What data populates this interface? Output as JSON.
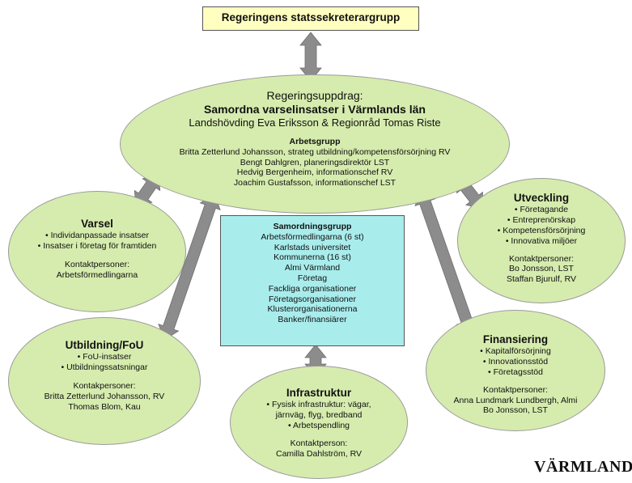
{
  "top_box": {
    "label": "Regeringens statssekreterargrupp"
  },
  "central": {
    "line1": "Regeringsuppdrag:",
    "title": "Samordna varselinsatser i Värmlands län",
    "subtitle": "Landshövding Eva Eriksson & Regionråd Tomas Riste",
    "work_group_heading": "Arbetsgrupp",
    "work_group": [
      "Britta Zetterlund Johansson, strateg utbildning/kompetensförsörjning RV",
      "Bengt Dahlgren, planeringsdirektör LST",
      "Hedvig Bergenheim, informationschef RV",
      "Joachim Gustafsson, informationschef LST"
    ]
  },
  "samordning": {
    "heading": "Samordningsgrupp",
    "items": [
      "Arbetsförmedlingarna (6 st)",
      "Karlstads universitet",
      "Kommunerna (16 st)",
      "Almi Värmland",
      "Företag",
      "Fackliga organisationer",
      "Företagsorganisationer",
      "Klusterorganisationerna",
      "Banker/finansiärer"
    ]
  },
  "varsel": {
    "title": "Varsel",
    "bullets": [
      "• Individanpassade insatser",
      "• Insatser i företag för framtiden"
    ],
    "contact_label": "Kontaktpersoner:",
    "contacts": [
      "Arbetsförmedlingarna"
    ]
  },
  "utveckling": {
    "title": "Utveckling",
    "bullets": [
      "• Företagande",
      "• Entreprenörskap",
      "• Kompetensförsörjning",
      "• Innovativa miljöer"
    ],
    "contact_label": "Kontaktpersoner:",
    "contacts": [
      "Bo Jonsson, LST",
      "Staffan Bjurulf, RV"
    ]
  },
  "utbildning": {
    "title": "Utbildning/FoU",
    "bullets": [
      "• FoU-insatser",
      "• Utbildningssatsningar"
    ],
    "contact_label": "Kontakpersoner:",
    "contacts": [
      "Britta Zetterlund Johansson, RV",
      "Thomas Blom, Kau"
    ]
  },
  "infrastruktur": {
    "title": "Infrastruktur",
    "bullets": [
      "• Fysisk infrastruktur: vägar,",
      "järnväg, flyg, bredband",
      "• Arbetspendling"
    ],
    "contact_label": "Kontaktperson:",
    "contacts": [
      "Camilla Dahlström, RV"
    ]
  },
  "finansiering": {
    "title": "Finansiering",
    "bullets": [
      "• Kapitalförsörjning",
      "• Innovationsstöd",
      "• Företagsstöd"
    ],
    "contact_label": "Kontaktpersoner:",
    "contacts": [
      "Anna Lundmark Lundbergh, Almi",
      "Bo Jonsson, LST"
    ]
  },
  "logo": {
    "text": "VÄRMLAND"
  },
  "colors": {
    "ellipse_fill": "#d6ecae",
    "top_box_fill": "#ffffc0",
    "samordning_fill": "#a9ecec",
    "arrow_fill": "#8c8c8c"
  }
}
